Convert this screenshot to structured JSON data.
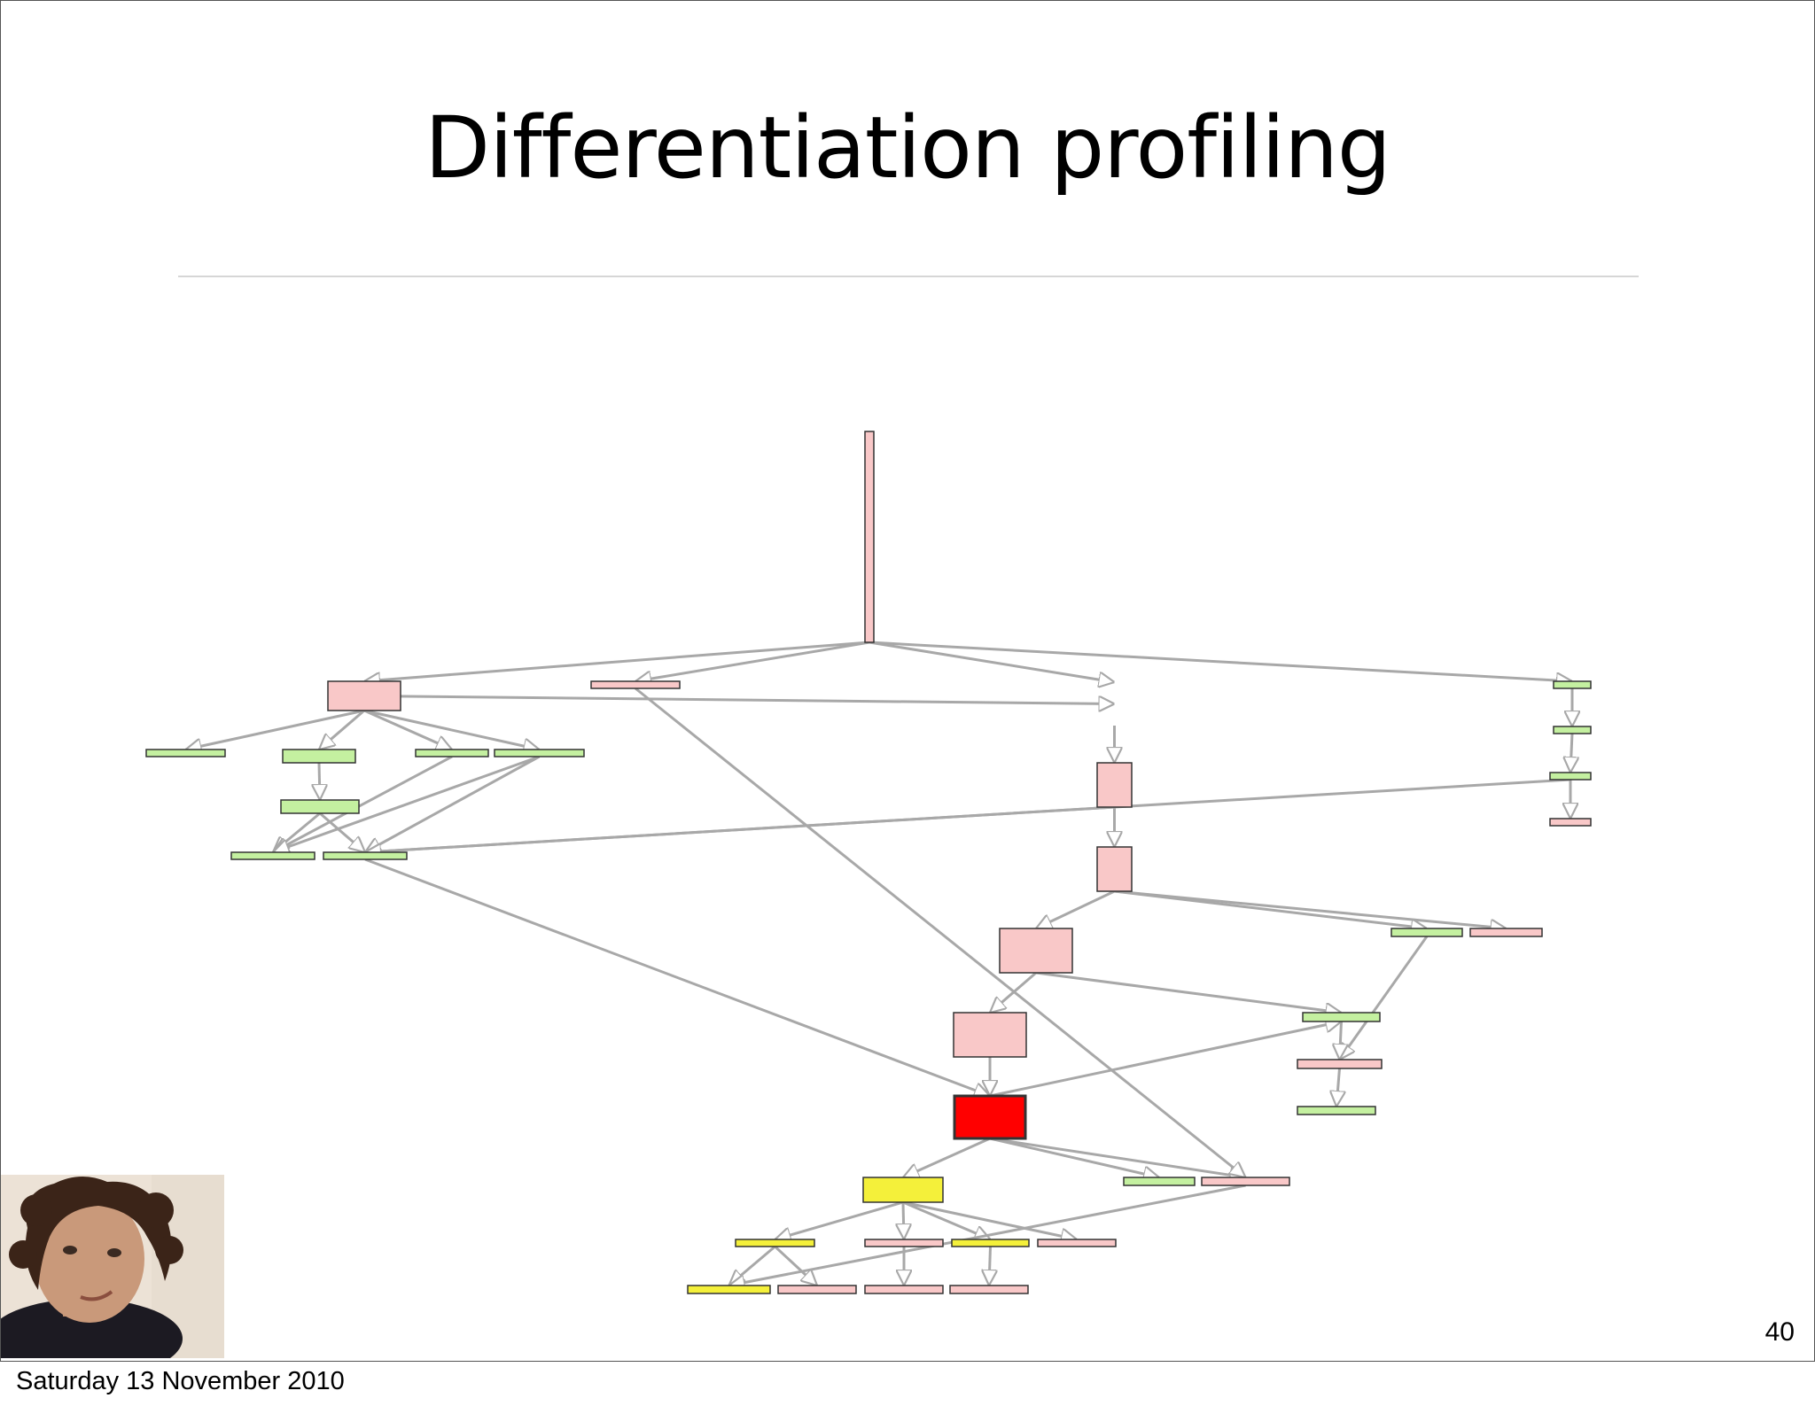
{
  "slide": {
    "title": "Differentiation profiling",
    "slide_number": "40",
    "footer_date": "Saturday 13 November 2010"
  },
  "colors": {
    "pink": "#f9c8c8",
    "green": "#c4f0a0",
    "yellow": "#f4f03a",
    "red": "#ff0000",
    "edge": "#a8a8a8",
    "border": "#333333"
  },
  "graph": {
    "nodes": [
      {
        "id": "root",
        "color": "pink"
      },
      {
        "id": "a1",
        "color": "pink"
      },
      {
        "id": "a2",
        "color": "pink"
      },
      {
        "id": "a3",
        "color": "pink"
      },
      {
        "id": "a4",
        "color": "green"
      },
      {
        "id": "g1",
        "color": "green"
      },
      {
        "id": "g2",
        "color": "green"
      },
      {
        "id": "g3",
        "color": "green"
      },
      {
        "id": "g4",
        "color": "green"
      },
      {
        "id": "g5",
        "color": "green"
      },
      {
        "id": "g6",
        "color": "green"
      },
      {
        "id": "g7",
        "color": "green"
      },
      {
        "id": "r1",
        "color": "green"
      },
      {
        "id": "r2",
        "color": "green"
      },
      {
        "id": "r3",
        "color": "pink"
      },
      {
        "id": "b2",
        "color": "pink"
      },
      {
        "id": "b3",
        "color": "pink"
      },
      {
        "id": "c1",
        "color": "pink"
      },
      {
        "id": "c2",
        "color": "pink"
      },
      {
        "id": "red",
        "color": "red"
      },
      {
        "id": "s1",
        "color": "green"
      },
      {
        "id": "s2",
        "color": "pink"
      },
      {
        "id": "t1",
        "color": "green"
      },
      {
        "id": "t2",
        "color": "pink"
      },
      {
        "id": "t3",
        "color": "green"
      },
      {
        "id": "u1",
        "color": "green"
      },
      {
        "id": "u2",
        "color": "pink"
      },
      {
        "id": "y1",
        "color": "yellow"
      },
      {
        "id": "y2",
        "color": "yellow"
      },
      {
        "id": "p1",
        "color": "pink"
      },
      {
        "id": "y3",
        "color": "yellow"
      },
      {
        "id": "p2",
        "color": "pink"
      },
      {
        "id": "y4",
        "color": "yellow"
      },
      {
        "id": "p3",
        "color": "pink"
      },
      {
        "id": "p4",
        "color": "pink"
      },
      {
        "id": "p5",
        "color": "pink"
      }
    ],
    "edges": [
      [
        "root",
        "a1"
      ],
      [
        "root",
        "a2"
      ],
      [
        "root",
        "b1"
      ],
      [
        "root",
        "a4"
      ],
      [
        "a1",
        "g1"
      ],
      [
        "a1",
        "g2"
      ],
      [
        "a1",
        "g3"
      ],
      [
        "a1",
        "g4"
      ],
      [
        "a1",
        "b1"
      ],
      [
        "g2",
        "g5"
      ],
      [
        "g5",
        "g6"
      ],
      [
        "g5",
        "g7"
      ],
      [
        "g3",
        "g6"
      ],
      [
        "g4",
        "g7"
      ],
      [
        "g4",
        "g6"
      ],
      [
        "a4",
        "r1"
      ],
      [
        "r1",
        "r2"
      ],
      [
        "r2",
        "r3"
      ],
      [
        "r2",
        "g7"
      ],
      [
        "b2",
        "g7"
      ],
      [
        "b1",
        "b2"
      ],
      [
        "b2",
        "b3"
      ],
      [
        "b3",
        "c1"
      ],
      [
        "b3",
        "s1"
      ],
      [
        "b3",
        "s2"
      ],
      [
        "c1",
        "c2"
      ],
      [
        "c1",
        "t1"
      ],
      [
        "c2",
        "red"
      ],
      [
        "s1",
        "t2"
      ],
      [
        "t1",
        "t2"
      ],
      [
        "t2",
        "t3"
      ],
      [
        "red",
        "t1"
      ],
      [
        "red",
        "y1"
      ],
      [
        "red",
        "u1"
      ],
      [
        "red",
        "u2"
      ],
      [
        "a2",
        "u2"
      ],
      [
        "g7",
        "red"
      ],
      [
        "y1",
        "y2"
      ],
      [
        "y1",
        "p1"
      ],
      [
        "y1",
        "y3"
      ],
      [
        "y1",
        "p2"
      ],
      [
        "y2",
        "y4"
      ],
      [
        "y2",
        "p3"
      ],
      [
        "p1",
        "p4"
      ],
      [
        "y3",
        "p5"
      ],
      [
        "u2",
        "y4"
      ]
    ]
  }
}
